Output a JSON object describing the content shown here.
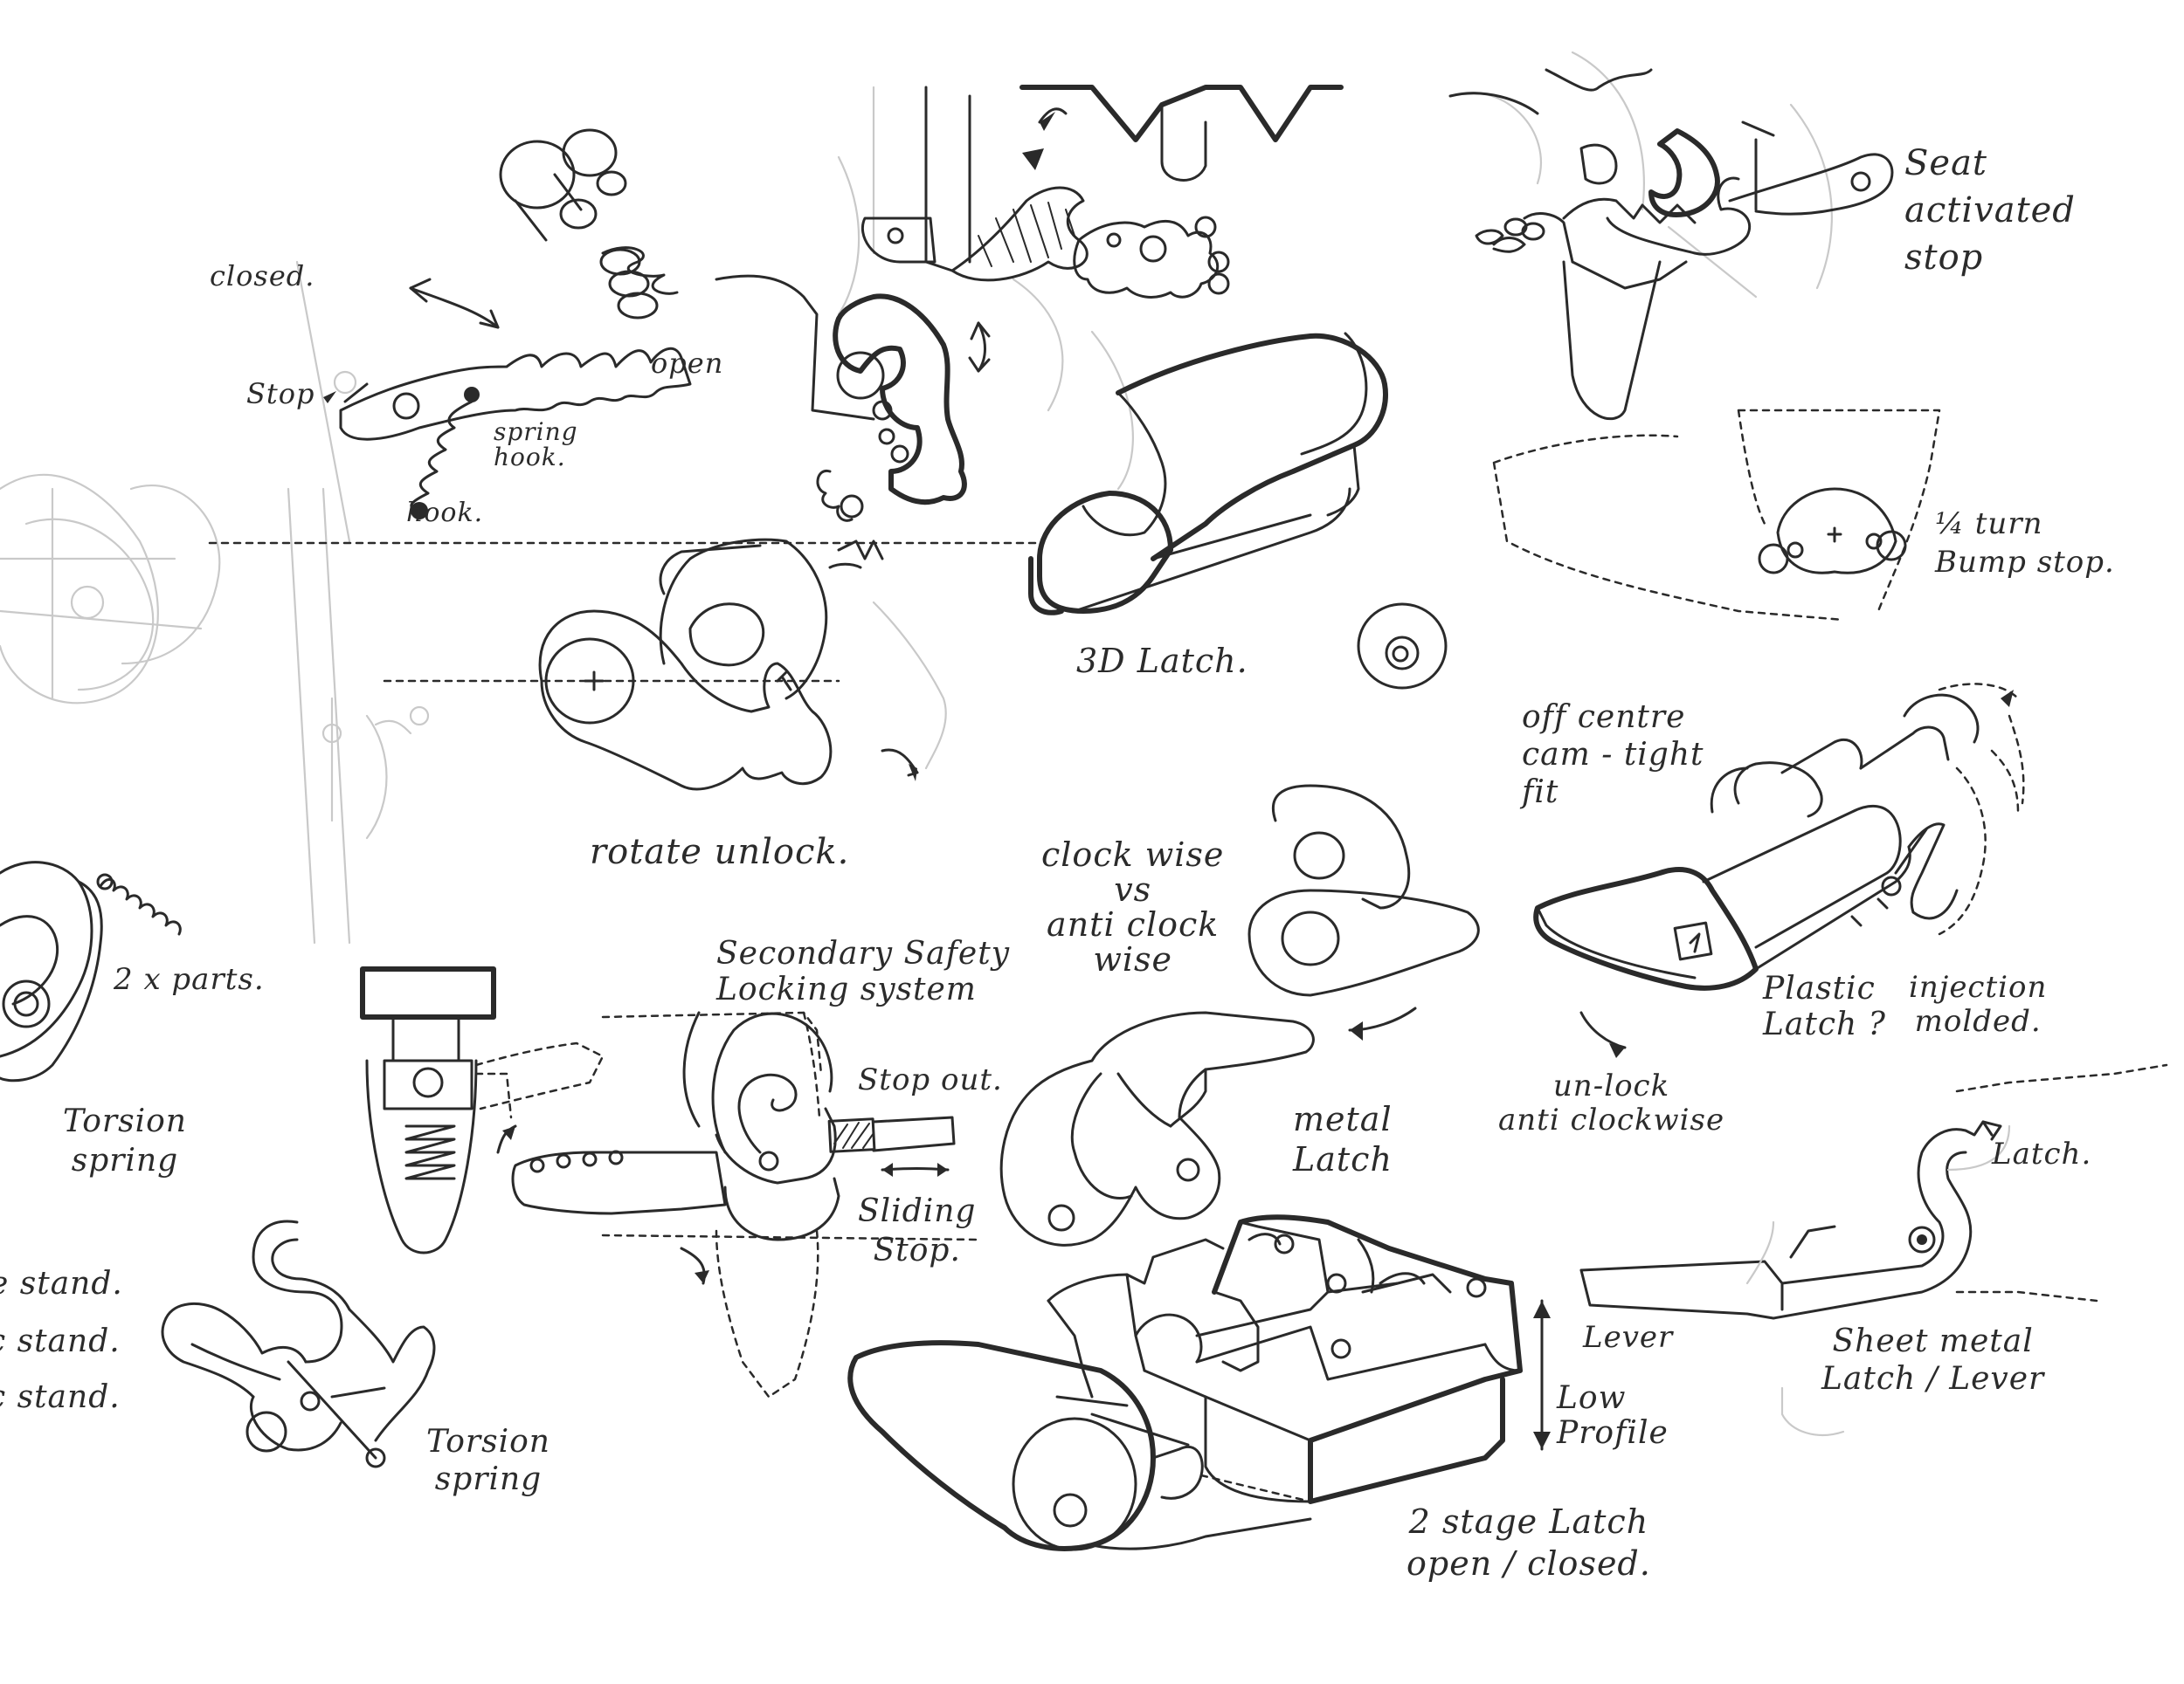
{
  "labels": {
    "closed": "closed.",
    "open": "open",
    "stop": "Stop",
    "spring_hook": "spring\nhook.",
    "hook": "hook.",
    "rotate_unlock": "rotate unlock.",
    "latch_3d": "3D Latch.",
    "seat_stop": "Seat\nactivated\nstop",
    "quarter_turn": "¼ turn\nBump stop.",
    "off_centre": "off centre\ncam - tight\nfit",
    "clockwise": "clock wise\nvs\nanti clock\nwise",
    "secondary_safety": "Secondary Safety\nLocking system",
    "stop_out": "Stop out.",
    "sliding_stop": "Sliding\nStop.",
    "two_parts": "2 x parts.",
    "torsion_spring_1": "Torsion\nspring",
    "metal_latch": "metal\nLatch",
    "plastic_latch": "Plastic\nLatch ?",
    "injection_molded": "injection\nmolded.",
    "unlock_anticlockwise": "un-lock\nanti clockwise",
    "latch": "Latch.",
    "lever": "Lever",
    "low_profile": "Low\nProfile",
    "sheet_metal": "Sheet metal\nLatch / Lever",
    "two_stage": "2 stage Latch\nopen / closed.",
    "stand_1": "e stand.",
    "stand_2": "c stand.",
    "stand_3": "c stand.",
    "torsion_spring_2": "Torsion\nspring"
  },
  "colors": {
    "ink": "#2a2a2a",
    "pencil": "#c9c9c9",
    "paper": "#ffffff"
  }
}
